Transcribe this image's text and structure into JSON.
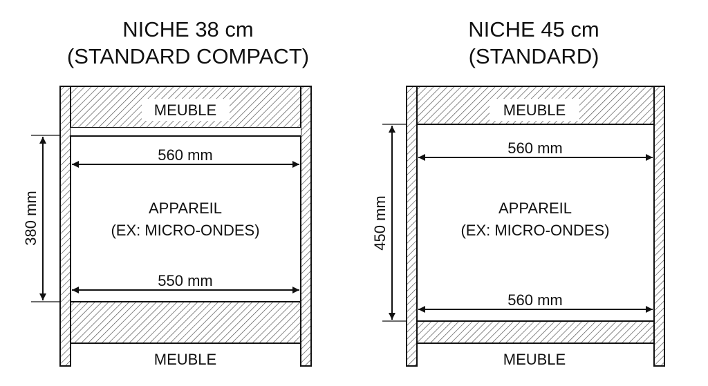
{
  "diagrams": [
    {
      "title_line1": "NICHE 38 cm",
      "title_line2": "(STANDARD COMPACT)",
      "top_label": "MEUBLE",
      "bottom_label": "MEUBLE",
      "appliance_line1": "APPAREIL",
      "appliance_line2": "(EX: MICRO-ONDES)",
      "top_width": "560 mm",
      "bottom_width": "550 mm",
      "height": "380 mm"
    },
    {
      "title_line1": "NICHE 45 cm",
      "title_line2": "(STANDARD)",
      "top_label": "MEUBLE",
      "bottom_label": "MEUBLE",
      "appliance_line1": "APPAREIL",
      "appliance_line2": "(EX: MICRO-ONDES)",
      "top_width": "560 mm",
      "bottom_width": "560 mm",
      "height": "450 mm"
    }
  ]
}
